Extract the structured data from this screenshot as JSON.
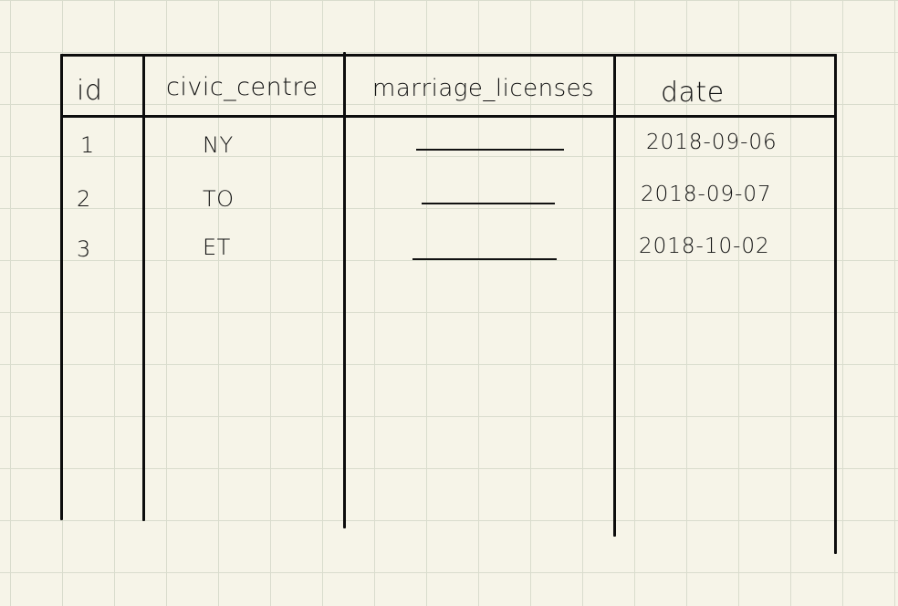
{
  "table": {
    "headers": {
      "id": "id",
      "civic_centre": "civic_centre",
      "marriage_licenses": "marriage_licenses",
      "date": "date"
    },
    "rows": [
      {
        "id": "1",
        "civic_centre": "NY",
        "marriage_licenses": "",
        "date": "2018-09-06"
      },
      {
        "id": "2",
        "civic_centre": "TO",
        "marriage_licenses": "",
        "date": "2018-09-07"
      },
      {
        "id": "3",
        "civic_centre": "ET",
        "marriage_licenses": "",
        "date": "2018-10-02"
      }
    ]
  },
  "colors": {
    "paper": "#f6f4e8",
    "grid": "#d9dccd",
    "ink": "#111111"
  }
}
